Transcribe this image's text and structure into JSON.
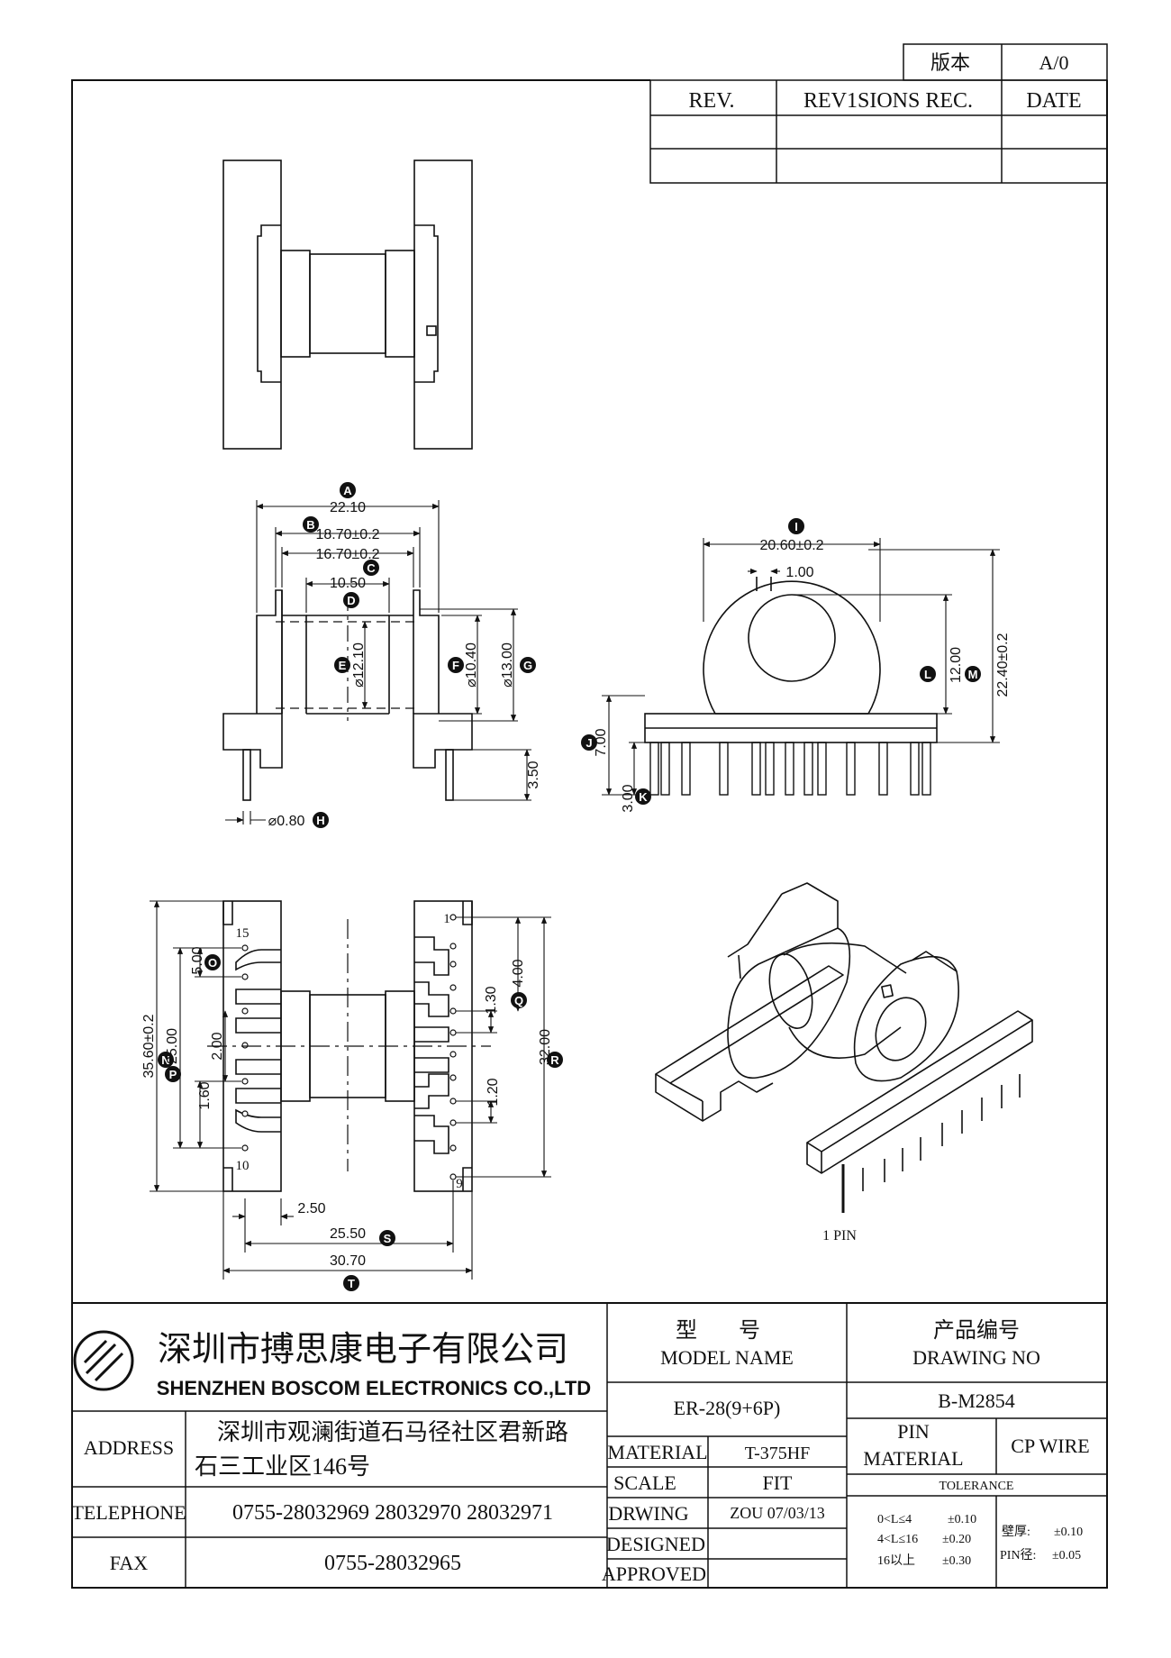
{
  "revision_block": {
    "version_label": "版本",
    "version_value": "A/0",
    "rev_header": "REV.",
    "revisions_header": "REV1SIONS REC.",
    "date_header": "DATE"
  },
  "front_view_dims": {
    "a_label": "A",
    "a_value": "22.10",
    "b_label": "B",
    "b_value": "18.70±0.2",
    "c_label": "C",
    "c_value": "16.70±0.2",
    "d_label": "D",
    "d_value": "10.50",
    "e_label": "E",
    "e_value": "⌀12.10",
    "f_label": "F",
    "f_value": "⌀10.40",
    "g_label": "G",
    "g_value": "⌀13.00",
    "h_label": "H",
    "h_value": "⌀0.80",
    "pin_height": "3.50"
  },
  "side_view_dims": {
    "i_label": "I",
    "i_value": "20.60±0.2",
    "slot_value": "1.00",
    "j_label": "J",
    "j_value": "7.00",
    "k_label": "K",
    "k_value": "3.00",
    "l_label": "L",
    "l_value": "12.00",
    "m_label": "M",
    "m_value": "22.40±0.2"
  },
  "bottom_view_dims": {
    "pin15": "15",
    "pin10": "10",
    "pin1": "1",
    "pin9": "9",
    "n_label": "N",
    "n_value": "35.60±0.2",
    "p_label": "P",
    "p_value": "25.00",
    "o_label": "O",
    "o_value": "5.00",
    "v2": "2.00",
    "v160": "1.60",
    "v130": "1.30",
    "q_label": "Q",
    "q_value": "4.00",
    "v120": "1.20",
    "r_label": "R",
    "r_value": "32.00",
    "v250": "2.50",
    "s_label": "S",
    "s_value": "25.50",
    "t_label": "T",
    "t_value": "30.70"
  },
  "iso_view": {
    "pin_note": "1 PIN"
  },
  "title_block": {
    "company_cn": "深圳市搏思康电子有限公司",
    "company_en": "SHENZHEN BOSCOM ELECTRONICS CO.,LTD",
    "address_label": "ADDRESS",
    "address_line1": "深圳市观澜街道石马径社区君新路",
    "address_line2": "石三工业区146号",
    "telephone_label": "TELEPHONE",
    "telephone_value": "0755-28032969 28032970 28032971",
    "fax_label": "FAX",
    "fax_value": "0755-28032965",
    "model_cn": "型 号",
    "model_en": "MODEL NAME",
    "model_value": "ER-28(9+6P)",
    "drawing_cn": "产品编号",
    "drawing_en": "DRAWING NO",
    "drawing_value": "B-M2854",
    "material_label": "MATERIAL",
    "material_value": "T-375HF",
    "scale_label": "SCALE",
    "scale_value": "FIT",
    "drwing_label": "DRWING",
    "drwing_value": "ZOU 07/03/13",
    "designed_label": "DESIGNED",
    "approved_label": "APPROVED",
    "pin_label": "PIN",
    "pin_material_label": "MATERIAL",
    "pin_material_value": "CP WIRE",
    "tolerance_label": "TOLERANCE",
    "tol_range1": "0<L≤4",
    "tol_value1": "±0.10",
    "tol_range2": "4<L≤16",
    "tol_value2": "±0.20",
    "tol_range3": "16以上",
    "tol_value3": "±0.30",
    "wall_label": "壁厚:",
    "wall_value": "±0.10",
    "pindia_label": "PIN径:",
    "pindia_value": "±0.05"
  }
}
